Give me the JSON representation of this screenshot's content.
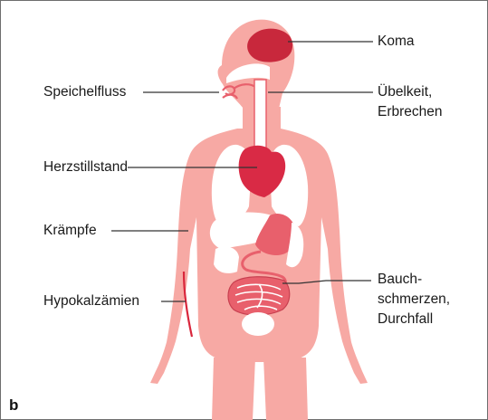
{
  "panel_letter": "b",
  "labels": {
    "left": [
      "Speichelfluss",
      "Herzstillstand",
      "Krämpfe",
      "Hypokalzämien"
    ],
    "right": [
      {
        "lines": [
          "Koma"
        ]
      },
      {
        "lines": [
          "Übelkeit,",
          "Erbrechen"
        ]
      },
      {
        "lines": [
          "Bauch-",
          "schmerzen,",
          "Durchfall"
        ]
      }
    ]
  },
  "colors": {
    "body": "#f7a9a4",
    "brain": "#c8283c",
    "heart": "#d92a45",
    "organ_white": "#ffffff",
    "organ_outline": "#e57878",
    "stomach": "#e8606c",
    "intestine": "#e8606c",
    "nerve_line": "#d9263c",
    "leader_line": "#333333",
    "frame": "#6d6d6d"
  }
}
